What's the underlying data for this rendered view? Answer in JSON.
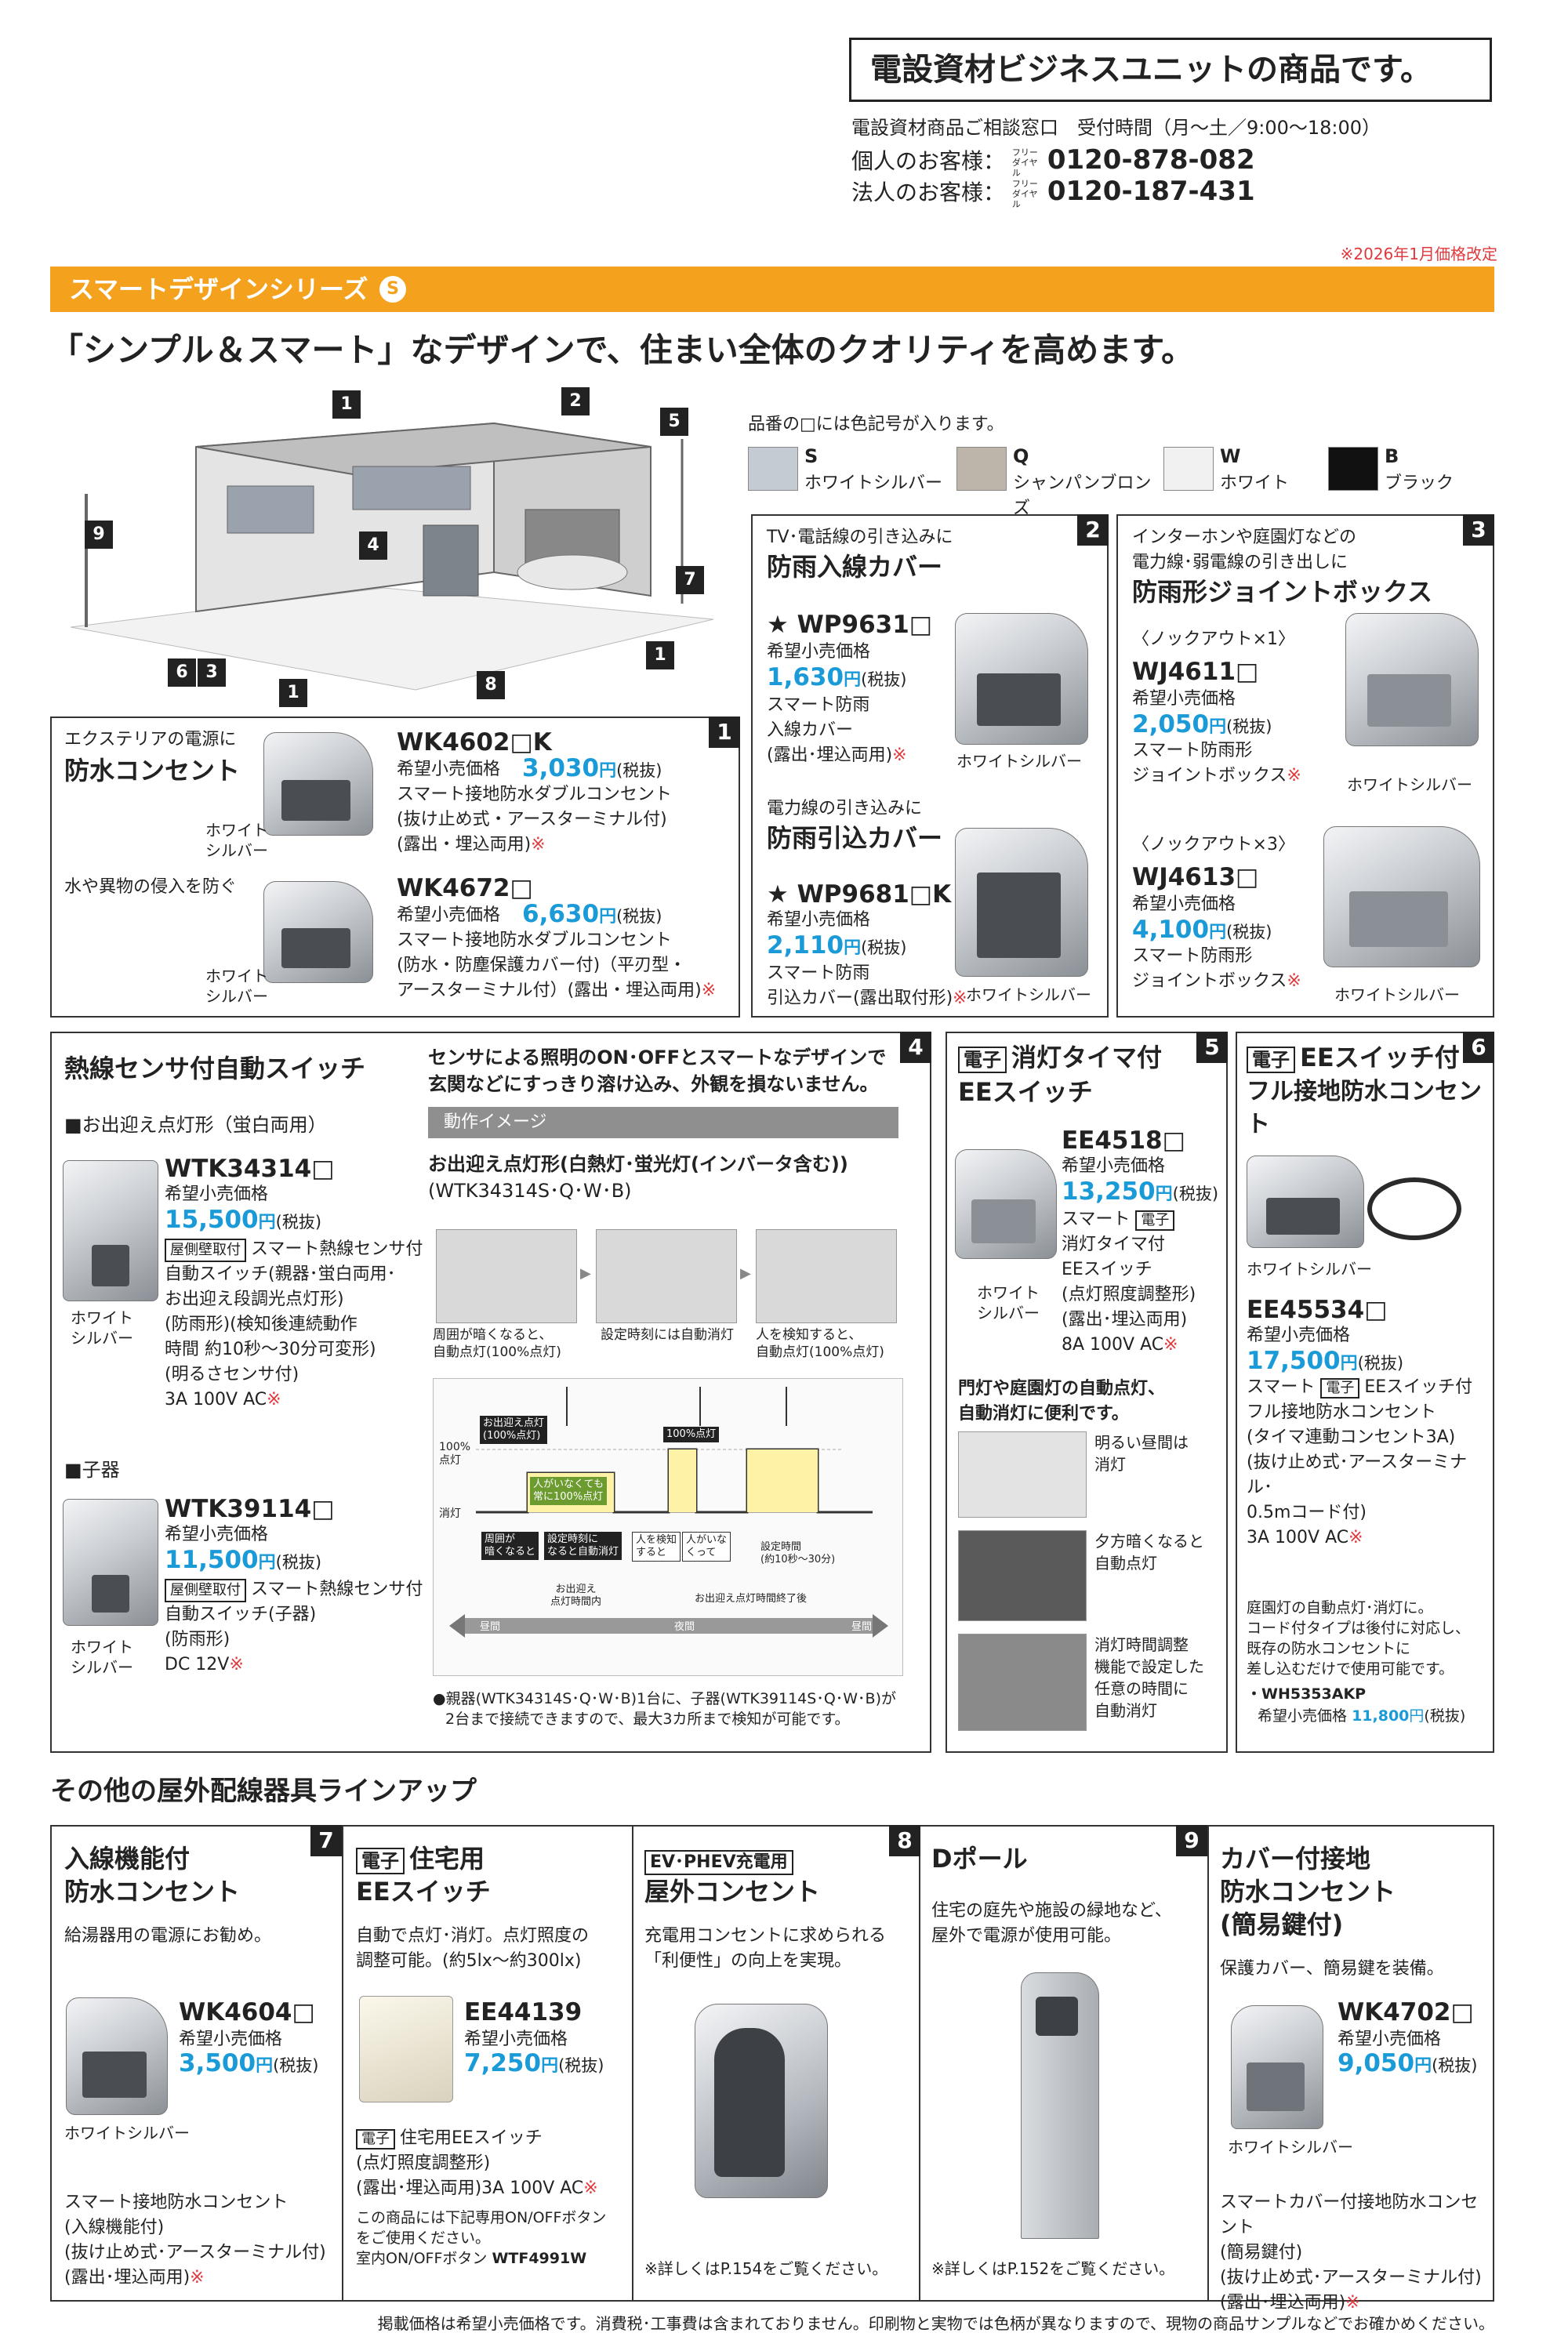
{
  "header": {
    "title": "電設資材ビジネスユニットの商品です。",
    "hours": "電設資材商品ご相談窓口　受付時間（月〜土／9:00〜18:00）",
    "individual_label": "個人のお客様：",
    "individual_phone": "0120-878-082",
    "corporate_label": "法人のお客様：",
    "corporate_phone": "0120-187-431",
    "freedial": "フリーダイヤル",
    "revision": "※2026年1月価格改定"
  },
  "series_banner": "スマートデザインシリーズ",
  "headline": "「シンプル＆スマート」なデザインで、住まい全体のクオリティを高めます。",
  "house_markers": [
    "1",
    "2",
    "5",
    "9",
    "4",
    "7",
    "6",
    "3",
    "1",
    "8",
    "1"
  ],
  "colors": {
    "note": "品番の□には色記号が入ります。",
    "items": [
      {
        "code": "S",
        "name": "ホワイトシルバー",
        "hex": "#c5cbd2"
      },
      {
        "code": "Q",
        "name": "シャンパンブロンズ",
        "hex": "#bdb5aa"
      },
      {
        "code": "W",
        "name": "ホワイト",
        "hex": "#f1f1f1"
      },
      {
        "code": "B",
        "name": "ブラック",
        "hex": "#111111"
      }
    ]
  },
  "sec1": {
    "num": "1",
    "intro": "エクステリアの電源に",
    "title": "防水コンセント",
    "p1": {
      "code": "WK4602□K",
      "price_label": "希望小売価格",
      "price": "3,030",
      "yen": "円",
      "tax": "(税抜)",
      "desc": [
        "スマート接地防水ダブルコンセント",
        "(抜け止め式・アースターミナル付)",
        "(露出・埋込両用)※"
      ],
      "color": "ホワイト\nシルバー"
    },
    "sub": "水や異物の侵入を防ぐ",
    "p2": {
      "code": "WK4672□",
      "price_label": "希望小売価格",
      "price": "6,630",
      "yen": "円",
      "tax": "(税抜)",
      "desc": [
        "スマート接地防水ダブルコンセント",
        "(防水・防塵保護カバー付)（平刃型・",
        "アースターミナル付）(露出・埋込両用)※"
      ],
      "color": "ホワイト\nシルバー"
    }
  },
  "sec2": {
    "num": "2",
    "intro1": "TV･電話線の引き込みに",
    "title1": "防雨入線カバー",
    "p1": {
      "code": "★ WP9631□",
      "price_label": "希望小売価格",
      "price": "1,630",
      "yen": "円",
      "tax": "(税抜)",
      "desc": [
        "スマート防雨",
        "入線カバー",
        "(露出･埋込両用)※"
      ],
      "color": "ホワイトシルバー"
    },
    "intro2": "電力線の引き込みに",
    "title2": "防雨引込カバー",
    "p2": {
      "code": "★ WP9681□K",
      "price_label": "希望小売価格",
      "price": "2,110",
      "yen": "円",
      "tax": "(税抜)",
      "desc": [
        "スマート防雨",
        "引込カバー(露出取付形)※"
      ],
      "color": "ホワイトシルバー"
    }
  },
  "sec3": {
    "num": "3",
    "intro": [
      "インターホンや庭園灯などの",
      "電力線･弱電線の引き出しに"
    ],
    "title": "防雨形ジョイントボックス",
    "p1": {
      "knock": "〈ノックアウト×1〉",
      "code": "WJ4611□",
      "price_label": "希望小売価格",
      "price": "2,050",
      "yen": "円",
      "tax": "(税抜)",
      "desc": [
        "スマート防雨形",
        "ジョイントボックス※"
      ],
      "color": "ホワイトシルバー"
    },
    "p2": {
      "knock": "〈ノックアウト×3〉",
      "code": "WJ4613□",
      "price_label": "希望小売価格",
      "price": "4,100",
      "yen": "円",
      "tax": "(税抜)",
      "desc": [
        "スマート防雨形",
        "ジョイントボックス※"
      ],
      "color": "ホワイトシルバー"
    }
  },
  "sec4": {
    "num": "4",
    "title": "熱線センサ付自動スイッチ",
    "lead": [
      "センサによる照明のON･OFFとスマートなデザインで",
      "玄関などにすっきり溶け込み、外観を損ないません。"
    ],
    "bar": "動作イメージ",
    "sub1": "■お出迎え点灯形（蛍白両用）",
    "p1": {
      "code": "WTK34314□",
      "price_label": "希望小売価格",
      "price": "15,500",
      "yen": "円",
      "tax": "(税抜)",
      "tag": "屋側壁取付",
      "desc": [
        "スマート熱線センサ付",
        "自動スイッチ(親器･蛍白両用･",
        "お出迎え段調光点灯形)",
        "(防雨形)(検知後連続動作",
        "時間 約10秒〜30分可変形)",
        "(明るさセンサ付)",
        "3A 100V AC※"
      ],
      "color": "ホワイト\nシルバー"
    },
    "sub2": "■子器",
    "p2": {
      "code": "WTK39114□",
      "price_label": "希望小売価格",
      "price": "11,500",
      "yen": "円",
      "tax": "(税抜)",
      "tag": "屋側壁取付",
      "desc": [
        "スマート熱線センサ付",
        "自動スイッチ(子器)",
        "(防雨形)",
        "DC 12V※"
      ],
      "color": "ホワイト\nシルバー"
    },
    "diag_title": [
      "お出迎え点灯形(白熱灯･蛍光灯(インバータ含む))",
      "(WTK34314S･Q･W･B)"
    ],
    "caps": [
      [
        "周囲が暗くなると、",
        "自動点灯(100%点灯)"
      ],
      [
        "設定時刻には自動消灯"
      ],
      [
        "人を検知すると、",
        "自動点灯(100%点灯)"
      ]
    ],
    "tl": {
      "y100": "100%\n点灯",
      "yoff": "消灯",
      "b1": "お出迎え点灯\n(100%点灯)",
      "b2": "100%点灯",
      "b3": "人がいなくても\n常に100%点灯",
      "e1": "周囲が\n暗くなると",
      "e2": "設定時刻に\nなると自動消灯",
      "e3": "人を検知\nすると",
      "e4": "人がいな\nくって",
      "e5": "設定時間\n(約10秒〜30分)",
      "r1": "お出迎え\n点灯時間内",
      "r2": "お出迎え点灯時間終了後",
      "day": "昼間",
      "night": "夜間"
    },
    "note": [
      "●親器(WTK34314S･Q･W･B)1台に、子器(WTK39114S･Q･W･B)が",
      "2台まで接続できますので、最大3カ所まで検知が可能です。"
    ]
  },
  "sec5": {
    "num": "5",
    "tag": "電子",
    "title1": "消灯タイマ付",
    "title2": "EEスイッチ",
    "p1": {
      "code": "EE4518□",
      "price_label": "希望小売価格",
      "price": "13,250",
      "yen": "円",
      "tax": "(税抜)",
      "desc_a": "スマート",
      "tag": "電子",
      "desc": [
        "消灯タイマ付",
        "EEスイッチ",
        "(点灯照度調整形)",
        "(露出･埋込両用)",
        "8A 100V AC※"
      ],
      "color": "ホワイト\nシルバー"
    },
    "lead": [
      "門灯や庭園灯の自動点灯、",
      "自動消灯に便利です。"
    ],
    "steps": [
      [
        "明るい昼間は",
        "消灯"
      ],
      [
        "夕方暗くなると",
        "自動点灯"
      ],
      [
        "消灯時間調整",
        "機能で設定した",
        "任意の時間に",
        "自動消灯"
      ]
    ]
  },
  "sec6": {
    "num": "6",
    "tag": "電子",
    "title1": "EEスイッチ付",
    "title2": "フル接地防水コンセント",
    "color": "ホワイトシルバー",
    "p1": {
      "code": "EE45534□",
      "price_label": "希望小売価格",
      "price": "17,500",
      "yen": "円",
      "tax": "(税抜)",
      "desc_a": "スマート",
      "tag": "電子",
      "desc_b": "EEスイッチ付",
      "desc": [
        "フル接地防水コンセント",
        "(タイマ連動コンセント3A)",
        "(抜け止め式･アースターミナル･",
        "0.5mコード付)",
        "3A 100V AC※"
      ]
    },
    "note": [
      "庭園灯の自動点灯･消灯に。",
      "コード付タイプは後付に対応し、",
      "既存の防水コンセントに",
      "差し込むだけで使用可能です。"
    ],
    "opt_code": "・WH5353AKP",
    "opt_label": "希望小売価格",
    "opt_price": "11,800",
    "opt_yen": "円",
    "opt_tax": "(税抜)"
  },
  "lineup": {
    "title": "その他の屋外配線器具ラインアップ",
    "c1": {
      "num": "7",
      "title": [
        "入線機能付",
        "防水コンセント"
      ],
      "lead": "給湯器用の電源にお勧め。",
      "code": "WK4604□",
      "price_label": "希望小売価格",
      "price": "3,500",
      "yen": "円",
      "tax": "(税抜)",
      "color": "ホワイトシルバー",
      "desc": [
        "スマート接地防水コンセント",
        "(入線機能付)",
        "(抜け止め式･アースターミナル付)",
        "(露出･埋込両用)※"
      ]
    },
    "c2": {
      "tag": "電子",
      "title": [
        "住宅用",
        "EEスイッチ"
      ],
      "lead": [
        "自動で点灯･消灯。点灯照度の",
        "調整可能。(約5lx〜約300lx)"
      ],
      "code": "EE44139",
      "price_label": "希望小売価格",
      "price": "7,250",
      "yen": "円",
      "tax": "(税抜)",
      "desc_tag": "電子",
      "desc": [
        "住宅用EEスイッチ",
        "(点灯照度調整形)",
        "(露出･埋込両用)3A 100V AC※"
      ],
      "note": [
        "この商品には下記専用ON/OFFボタン",
        "をご使用ください。",
        "室内ON/OFFボタン"
      ],
      "note_code": "WTF4991W"
    },
    "c3": {
      "num": "8",
      "tag": "EV･PHEV充電用",
      "title": "屋外コンセント",
      "lead": [
        "充電用コンセントに求められる",
        "「利便性」の向上を実現。"
      ],
      "ref": "※詳しくはP.154をご覧ください。"
    },
    "c4": {
      "title": "Dポール",
      "lead": [
        "住宅の庭先や施設の緑地など、",
        "屋外で電源が使用可能。"
      ],
      "ref": "※詳しくはP.152をご覧ください。"
    },
    "c5": {
      "num": "9",
      "title": [
        "カバー付接地",
        "防水コンセント",
        "(簡易鍵付)"
      ],
      "lead": "保護カバー、簡易鍵を装備。",
      "code": "WK4702□",
      "price_label": "希望小売価格",
      "price": "9,050",
      "yen": "円",
      "tax": "(税抜)",
      "color": "ホワイトシルバー",
      "desc": [
        "スマートカバー付接地防水コンセント",
        "(簡易鍵付)",
        "(抜け止め式･アースターミナル付)",
        "(露出･埋込両用)※"
      ]
    }
  },
  "footer": "掲載価格は希望小売価格です。消費税･工事費は含まれておりません。印刷物と実物では色柄が異なりますので、現物の商品サンプルなどでお確かめください。"
}
